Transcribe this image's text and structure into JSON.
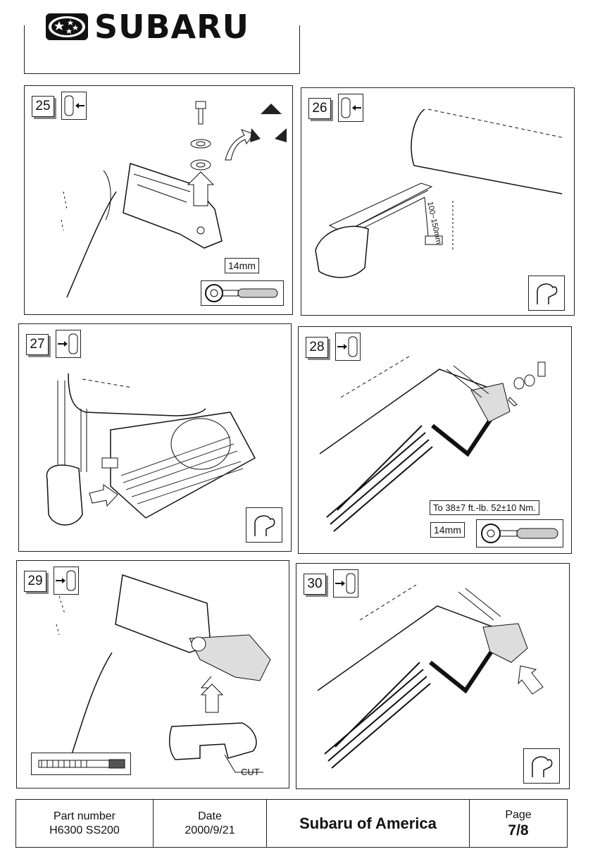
{
  "header": {
    "brand": "SUBARU"
  },
  "panels": [
    {
      "step": "25",
      "spec_size": "14mm"
    },
    {
      "step": "26",
      "dimension": "100~150mm"
    },
    {
      "step": "27"
    },
    {
      "step": "28",
      "torque": "To 38±7 ft.-lb. 52±10 Nm.",
      "spec_size": "14mm"
    },
    {
      "step": "29",
      "cut_label": "CUT"
    },
    {
      "step": "30"
    }
  ],
  "footer": {
    "part_label": "Part number",
    "part_value": "H6300  SS200",
    "date_label": "Date",
    "date_value": "2000/9/21",
    "company": "Subaru of America",
    "page_label": "Page",
    "page_value": "7/8"
  }
}
